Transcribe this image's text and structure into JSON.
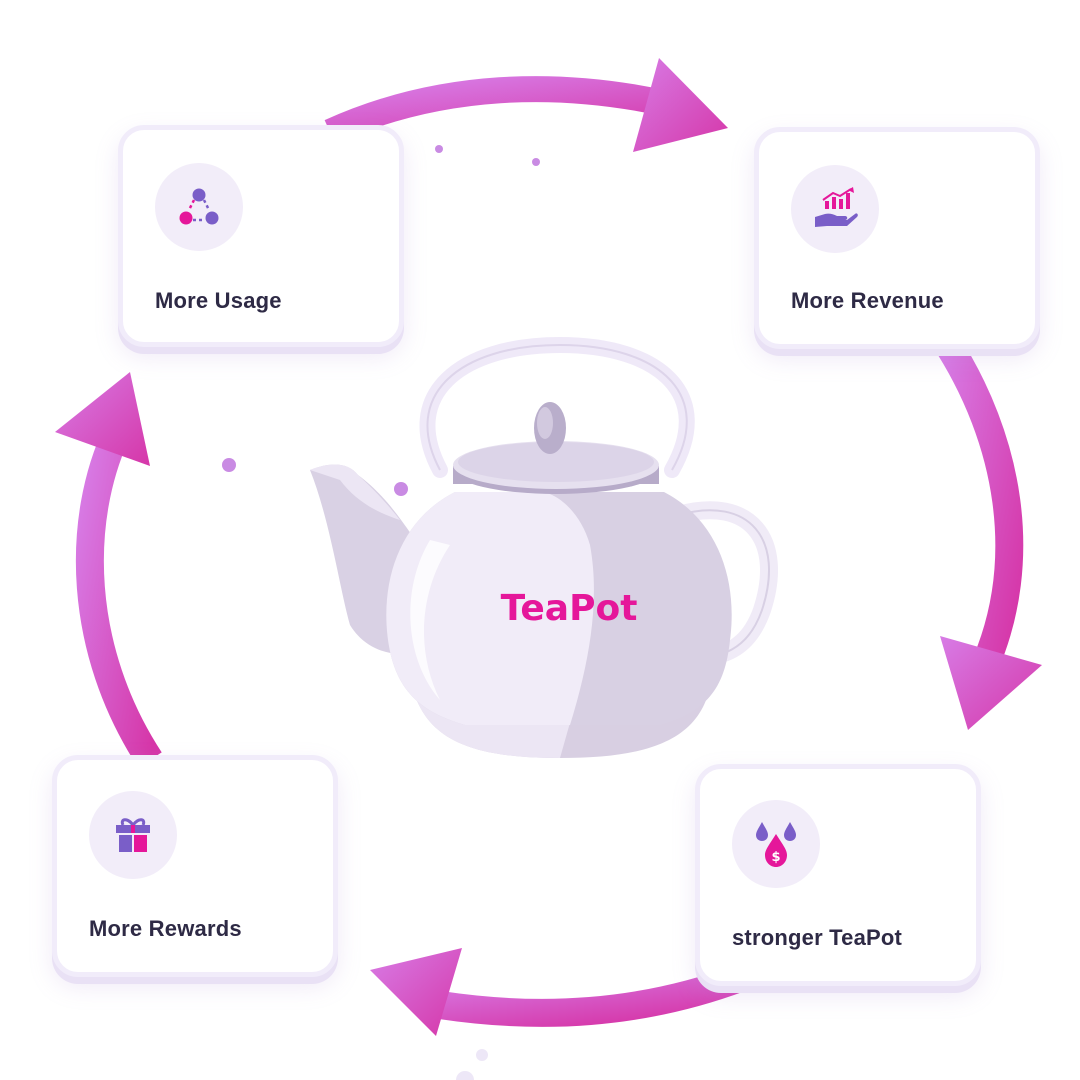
{
  "diagram": {
    "center_label": "TeaPot",
    "nodes": [
      {
        "id": "usage",
        "label": "More Usage",
        "icon": "network-nodes-icon"
      },
      {
        "id": "revenue",
        "label": "More Revenue",
        "icon": "hand-chart-icon"
      },
      {
        "id": "stronger",
        "label": "stronger TeaPot",
        "icon": "drops-dollar-icon"
      },
      {
        "id": "rewards",
        "label": "More Rewards",
        "icon": "gift-icon"
      }
    ],
    "flow": "clockwise"
  },
  "colors": {
    "arrow_start": "#d77ce6",
    "arrow_end": "#d636a8",
    "accent_pink": "#e5179a",
    "accent_purple": "#7a5ec8",
    "card_border": "#f1ecfa",
    "text": "#2e2a45",
    "teapot_light": "#efe9f7",
    "teapot_shade": "#d7cfe2"
  }
}
